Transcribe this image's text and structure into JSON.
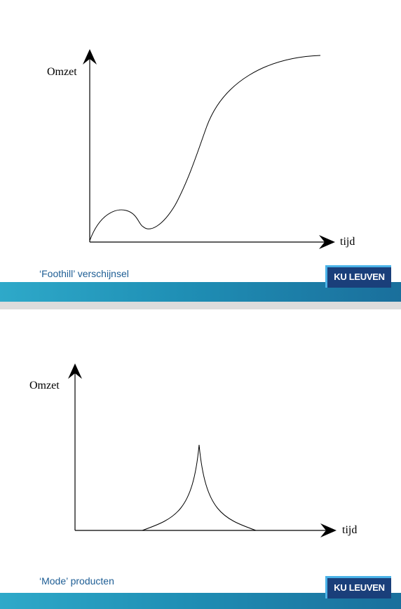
{
  "slides": [
    {
      "y_label": "Omzet",
      "x_label": "tijd",
      "caption": "‘Foothill’ verschijnsel",
      "logo": "KU LEUVEN"
    },
    {
      "y_label": "Omzet",
      "x_label": "tijd",
      "caption": "‘Mode’ producten",
      "logo": "KU LEUVEN"
    }
  ],
  "colors": {
    "caption": "#1d5d94",
    "footer_bar": "#1f8fb5",
    "logo_bg": "#1a3f7a",
    "logo_accent": "#4ab3e8"
  }
}
